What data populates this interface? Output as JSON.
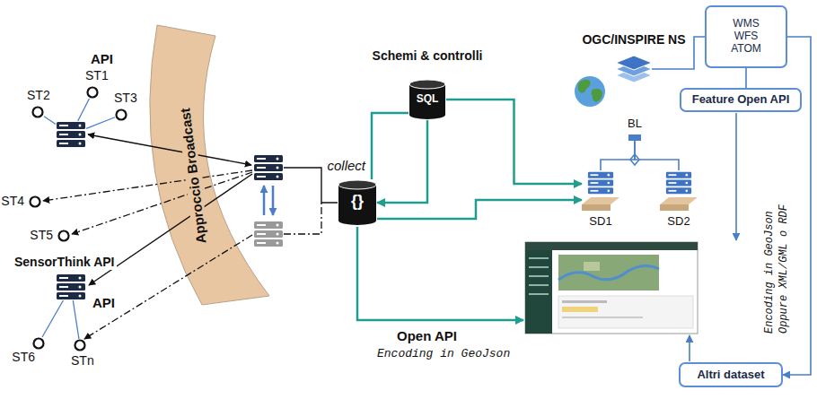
{
  "diagram": {
    "nodes": [
      {
        "text": [
          "ST1"
        ]
      },
      {
        "text": [
          "ST2"
        ]
      },
      {
        "text": [
          "ST3"
        ]
      },
      {
        "text": [
          "API"
        ]
      },
      {
        "text": [
          "ST4"
        ]
      },
      {
        "text": [
          "ST5"
        ]
      },
      {
        "text": [
          "API"
        ]
      },
      {
        "text": [
          "ST6"
        ]
      },
      {
        "text": [
          "STn"
        ]
      },
      {
        "text": [
          "Approccio Broadcast"
        ]
      },
      {
        "text": [
          "collect",
          "{}"
        ]
      },
      {
        "text": [
          "Schemi & controlli",
          "SQL"
        ]
      },
      {
        "text": [
          "OGC/INSPIRE NS"
        ]
      },
      {
        "text": [
          "BL"
        ]
      },
      {
        "text": [
          "SD1"
        ]
      },
      {
        "text": [
          "SD2"
        ]
      },
      {
        "text": [
          "WMS WFS ATOM"
        ]
      },
      {
        "text": [
          "Feature Open API"
        ]
      },
      {
        "text": [
          "Altri dataset"
        ]
      }
    ],
    "edges": [
      {
        "from": 0,
        "to": 3,
        "arrow": "none"
      },
      {
        "from": 1,
        "to": 3,
        "arrow": "none"
      },
      {
        "from": 2,
        "to": 3,
        "arrow": "none"
      },
      {
        "from": 7,
        "to": 6,
        "arrow": "none"
      },
      {
        "from": 8,
        "to": 6,
        "arrow": "none"
      },
      {
        "from": 10,
        "to": 11,
        "arrow": "none"
      },
      {
        "from": 11,
        "to": 10,
        "arrow": "to"
      },
      {
        "from": 11,
        "to": 14,
        "arrow": "to"
      },
      {
        "from": 10,
        "to": 14,
        "arrow": "to"
      },
      {
        "from": 13,
        "to": 14,
        "arrow": "none"
      },
      {
        "from": 13,
        "to": 15,
        "arrow": "none"
      },
      {
        "from": 12,
        "to": 16,
        "arrow": "none"
      },
      {
        "from": 17,
        "to": 16,
        "arrow": "none"
      },
      {
        "from": 16,
        "to": 18,
        "arrow": "to"
      }
    ],
    "labels": [
      "SensorThink API",
      "Open API",
      "Encoding in GeoJson",
      "Encoding in GeoJson Oppure XML/GML o RDF"
    ]
  }
}
